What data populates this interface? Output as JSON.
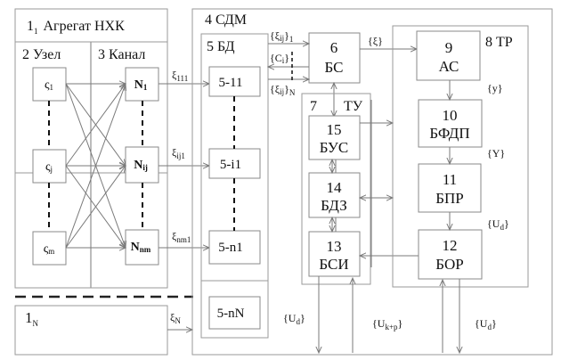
{
  "aggregate": {
    "title_main": "1",
    "title_sub": "1",
    "title_text": "Агрегат НХК",
    "node_label": "2  Узел",
    "channel_label": "3  Канал",
    "nodes": [
      {
        "base": "ς",
        "sub": "1"
      },
      {
        "base": "ς",
        "sub": "j"
      },
      {
        "base": "ς",
        "sub": "m"
      }
    ],
    "channels": [
      {
        "base": "N",
        "sub": "1"
      },
      {
        "base": "N",
        "sub": "ij"
      },
      {
        "base": "N",
        "sub": "nm"
      }
    ],
    "outputs": [
      {
        "base": "ξ",
        "sub": "111"
      },
      {
        "base": "ξ",
        "sub": "ij1"
      },
      {
        "base": "ξ",
        "sub": "nm1"
      }
    ]
  },
  "aggregate_n": {
    "title_main": "1",
    "title_sub": "N",
    "output": {
      "base": "ξ",
      "sub": "N"
    }
  },
  "sdm": {
    "label": "4  СДМ",
    "bd": {
      "label": "5  БД",
      "cells": [
        "5-11",
        "5-i1",
        "5-n1",
        "5-nN"
      ]
    },
    "bs": {
      "num": "6",
      "name": "БС"
    },
    "signals": {
      "xi_first": {
        "open": "{ξ",
        "sub": "ij",
        "close": "}",
        "tail": "1"
      },
      "c_i": {
        "open": "{C",
        "sub": "i",
        "close": "}"
      },
      "xi_last": {
        "open": "{ξ",
        "sub": "ij",
        "close": "}",
        "tail": "N"
      },
      "xi_all": "{ξ}",
      "y_lower": "{y}",
      "y_upper": "{Y}",
      "ud_tr": {
        "open": "{U",
        "sub": "d",
        "close": "}"
      },
      "ud_bottom_left": {
        "open": "{U",
        "sub": "d",
        "close": "}"
      },
      "ukp": {
        "open": "{U",
        "sub": "k+p",
        "close": "}"
      },
      "ud_bottom_right": {
        "open": "{U",
        "sub": "d",
        "close": "}"
      }
    },
    "tu": {
      "label_num": "7",
      "label_name": "ТУ",
      "blocks": [
        {
          "num": "15",
          "name": "БУС"
        },
        {
          "num": "14",
          "name": "БДЗ"
        },
        {
          "num": "13",
          "name": "БСИ"
        }
      ]
    },
    "tr": {
      "label": "8  ТР",
      "blocks": [
        {
          "num": "9",
          "name": "АС"
        },
        {
          "num": "10",
          "name": "БФДП"
        },
        {
          "num": "11",
          "name": "БПР"
        },
        {
          "num": "12",
          "name": "БОР"
        }
      ]
    }
  }
}
